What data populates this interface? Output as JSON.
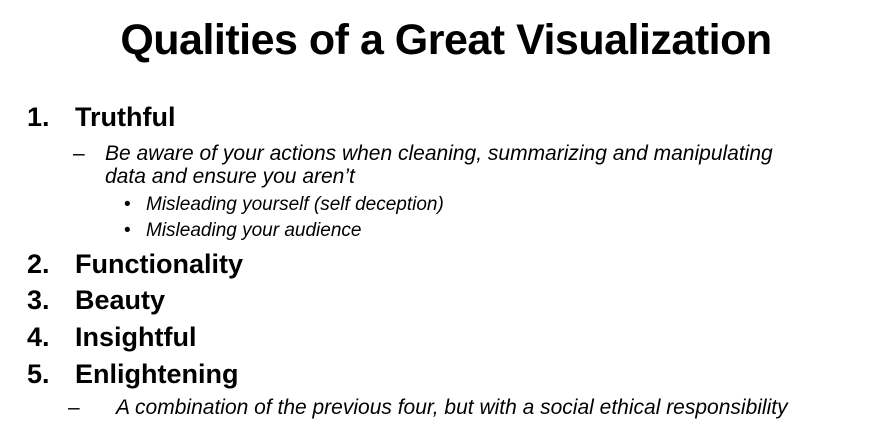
{
  "title": "Qualities of a Great Visualization",
  "items": [
    {
      "number": "1.",
      "label": "Truthful",
      "sub": {
        "dash": "–",
        "line1": "Be aware of your actions when cleaning, summarizing and manipulating",
        "line2": "data and ensure you aren’t",
        "bullets": [
          {
            "dot": "•",
            "text": "Misleading yourself (self deception)"
          },
          {
            "dot": "•",
            "text": "Misleading your audience"
          }
        ]
      }
    },
    {
      "number": "2.",
      "label": "Functionality"
    },
    {
      "number": "3.",
      "label": "Beauty"
    },
    {
      "number": "4.",
      "label": "Insightful"
    },
    {
      "number": "5.",
      "label": "Enlightening",
      "sub": {
        "dash": "–",
        "line1": "A combination of the previous four, but with a social ethical responsibility"
      }
    }
  ]
}
